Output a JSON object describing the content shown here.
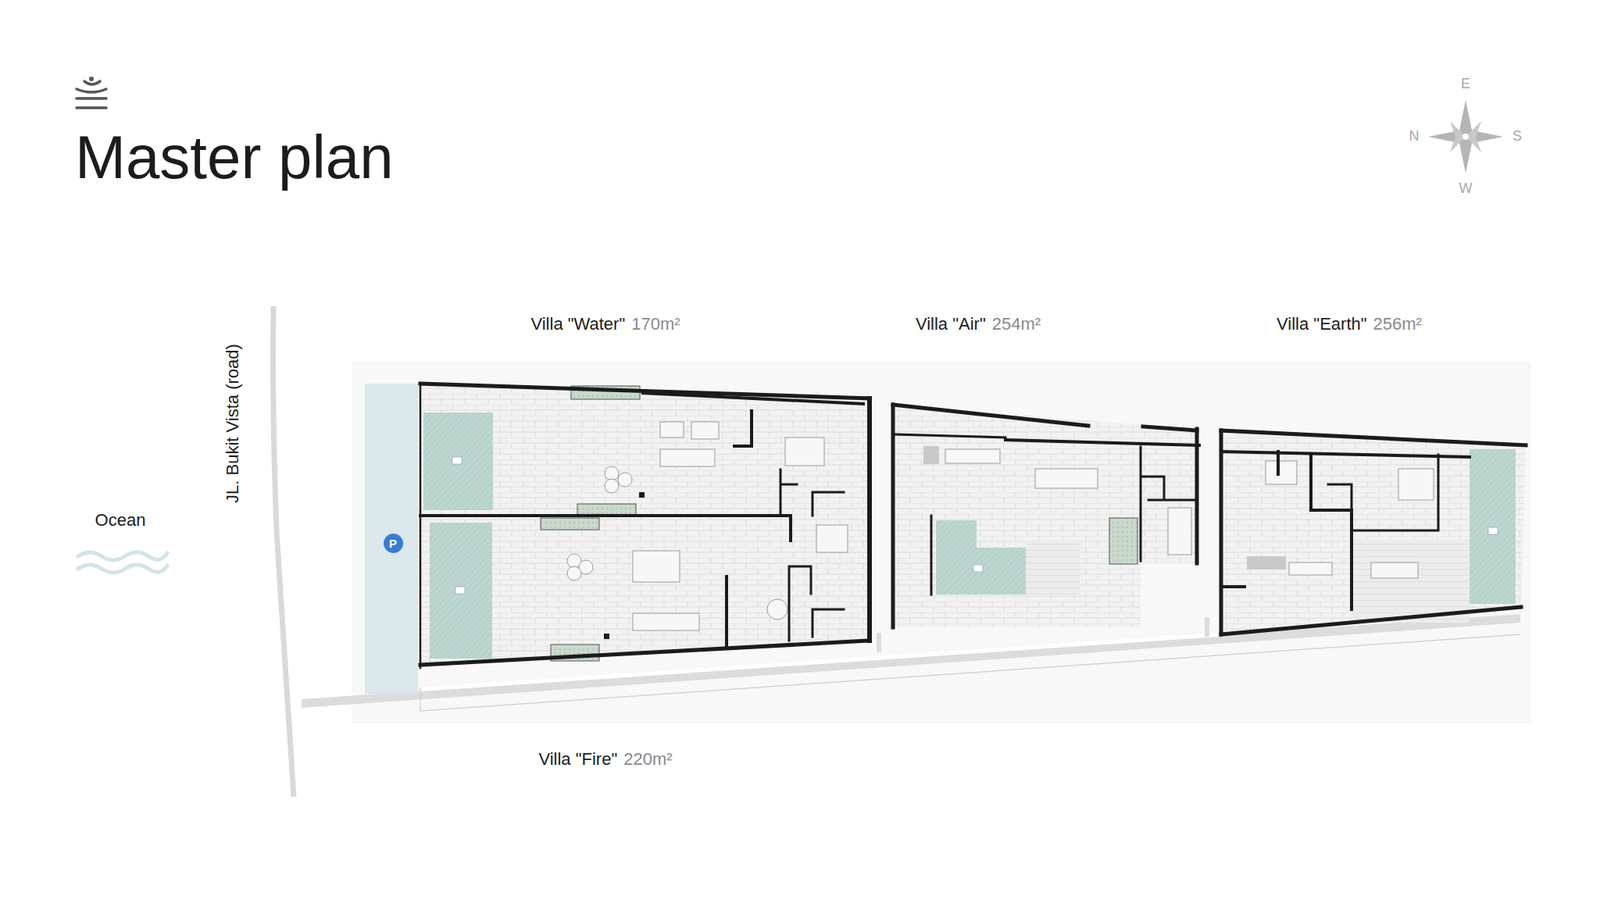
{
  "diagram": {
    "title": "Master plan",
    "nodes": [
      {
        "text": [
          "Villa \"Water\"",
          "170m²"
        ]
      },
      {
        "text": [
          "Villa \"Air\"",
          "254m²"
        ]
      },
      {
        "text": [
          "Villa \"Earth\"",
          "256m²"
        ]
      },
      {
        "text": [
          "P"
        ]
      },
      {
        "text": [
          "Villa \"Fire\"",
          "220m²"
        ]
      }
    ],
    "labels": [
      "JL. Bukit Vista (road)",
      "Ocean",
      "E",
      "N",
      "S",
      "W"
    ]
  }
}
